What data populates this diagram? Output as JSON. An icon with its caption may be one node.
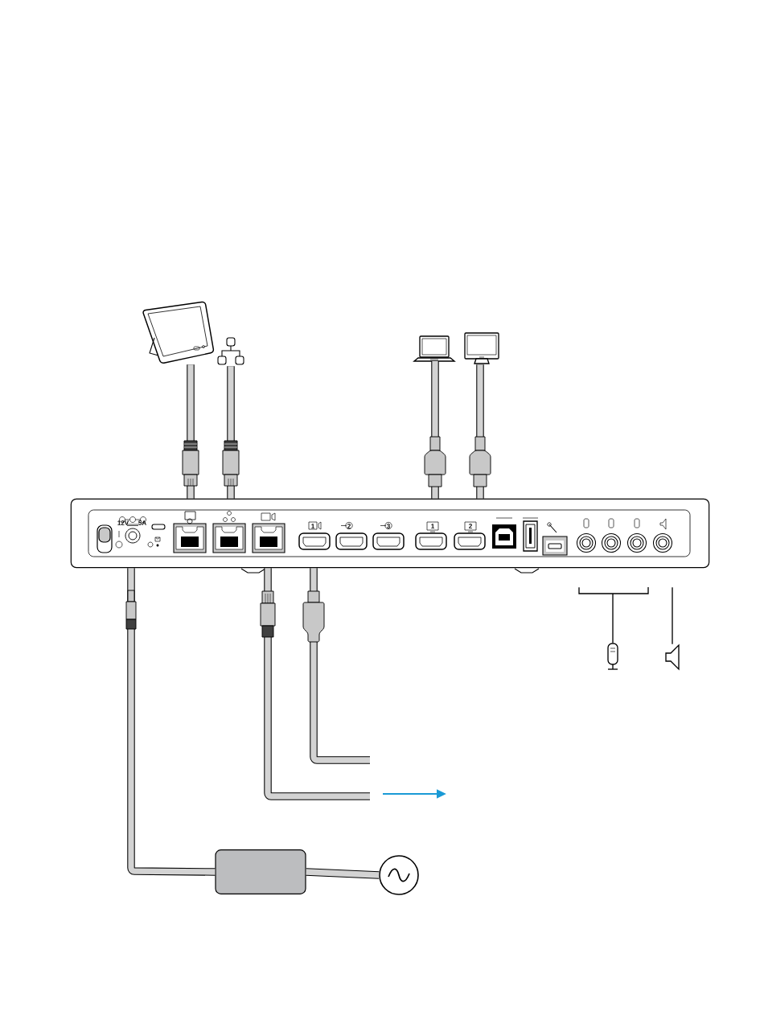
{
  "diagram": {
    "nodes": [
      {
        "text": [],
        "shape": "picture"
      },
      {
        "text": [],
        "shape": "picture"
      },
      {
        "text": [],
        "shape": "picture"
      },
      {
        "text": [],
        "shape": "picture"
      },
      {
        "text": [],
        "shape": "box"
      },
      {
        "text": [],
        "shape": "picture"
      },
      {
        "text": [],
        "shape": "picture"
      },
      {
        "text": [],
        "shape": "box"
      },
      {
        "text": [],
        "shape": "circle"
      }
    ],
    "edges": [
      {
        "from": 0,
        "to": 4,
        "arrow": "none"
      },
      {
        "from": 1,
        "to": 4,
        "arrow": "none"
      },
      {
        "from": 2,
        "to": 4,
        "arrow": "none"
      },
      {
        "from": 3,
        "to": 4,
        "arrow": "none"
      },
      {
        "from": 4,
        "to": null,
        "arrow": "none"
      },
      {
        "from": 4,
        "to": null,
        "arrow": "none"
      },
      {
        "from": 4,
        "to": 7,
        "arrow": "none"
      },
      {
        "from": 7,
        "to": 8,
        "arrow": "none"
      },
      {
        "from": 4,
        "to": 5,
        "arrow": "none",
        "color": "#000000"
      },
      {
        "from": 4,
        "to": 6,
        "arrow": "none",
        "color": "#000000"
      }
    ],
    "labels": [
      "12V",
      "5A",
      "1",
      "2",
      "3",
      "1",
      "2"
    ]
  }
}
